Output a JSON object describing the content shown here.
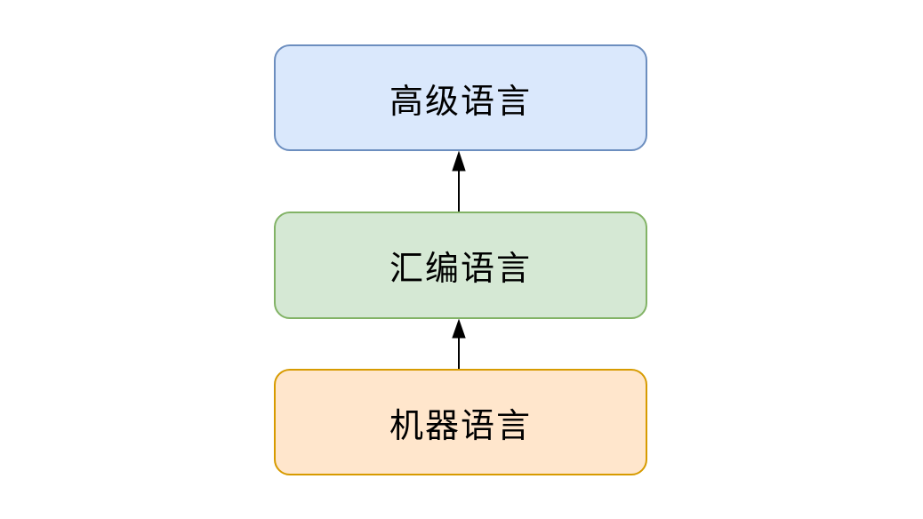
{
  "diagram": {
    "background_color": "#FFFFFF",
    "text_color": "#000000",
    "arrow_color": "#000000",
    "nodes": [
      {
        "id": "high-level-language",
        "label": "高级语言",
        "fill_color": "#DAE8FC",
        "border_color": "#6C8EBF",
        "position": "top"
      },
      {
        "id": "assembly-language",
        "label": "汇编语言",
        "fill_color": "#D5E8D4",
        "border_color": "#82B366",
        "position": "middle"
      },
      {
        "id": "machine-language",
        "label": "机器语言",
        "fill_color": "#FFE6CC",
        "border_color": "#D79B00",
        "position": "bottom"
      }
    ],
    "edges": [
      {
        "from": "assembly-language",
        "to": "high-level-language",
        "direction": "up",
        "style": "solid-line-filled-arrowhead"
      },
      {
        "from": "machine-language",
        "to": "assembly-language",
        "direction": "up",
        "style": "solid-line-filled-arrowhead"
      }
    ]
  }
}
